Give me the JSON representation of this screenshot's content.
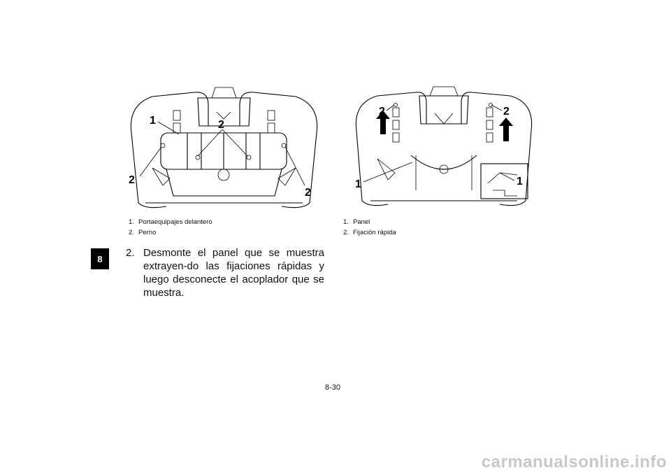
{
  "chapter_tab": "8",
  "figure_left": {
    "callouts": [
      "1",
      "2",
      "2",
      "2"
    ],
    "legend": [
      {
        "num": "1.",
        "label": "Portaequipajes delantero"
      },
      {
        "num": "2.",
        "label": "Perno"
      }
    ]
  },
  "figure_right": {
    "callouts": [
      "2",
      "2",
      "1",
      "1"
    ],
    "legend": [
      {
        "num": "1.",
        "label": "Panel"
      },
      {
        "num": "2.",
        "label": "Fijación rápida"
      }
    ]
  },
  "step": {
    "number": "2.",
    "text": "Desmonte el panel que se muestra extrayen-do las fijaciones rápidas y luego desconecte el acoplador que se muestra."
  },
  "page_number": "8-30",
  "watermark": "carmanualsonline.info"
}
